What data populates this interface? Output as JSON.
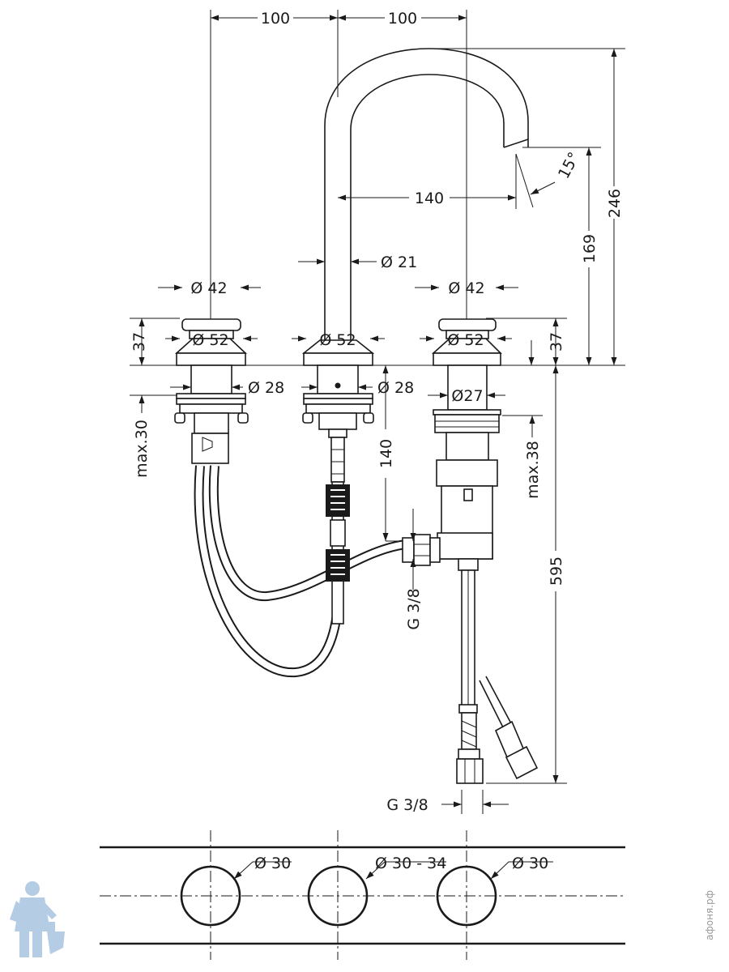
{
  "dimensions": {
    "top_left_spacing": "100",
    "top_right_spacing": "100",
    "spout_reach": "140",
    "spout_diameter": "Ø 21",
    "angle": "15°",
    "height_total": "246",
    "height_outlet": "169",
    "handle_top_left": "Ø 42",
    "handle_top_right": "Ø 42",
    "flange_left": "Ø 52",
    "flange_center": "Ø 52",
    "flange_right": "Ø 52",
    "height_left_handle": "37",
    "height_right_handle": "37",
    "shank_left": "Ø 28",
    "shank_center": "Ø 28",
    "shank_right": "Ø27",
    "max_left": "max.30",
    "max_right": "max.38",
    "connection_height": "140",
    "total_length": "595",
    "thread_side": "G 3/8",
    "thread_bottom": "G 3/8"
  },
  "plan_view": {
    "hole_left": "Ø 30",
    "hole_center": "Ø 30 - 34",
    "hole_right": "Ø 30"
  },
  "watermark": "афоня.рф",
  "colors": {
    "line": "#1a1a1a",
    "logo": "#a8c4e0",
    "watermark": "#9a9a9a"
  }
}
